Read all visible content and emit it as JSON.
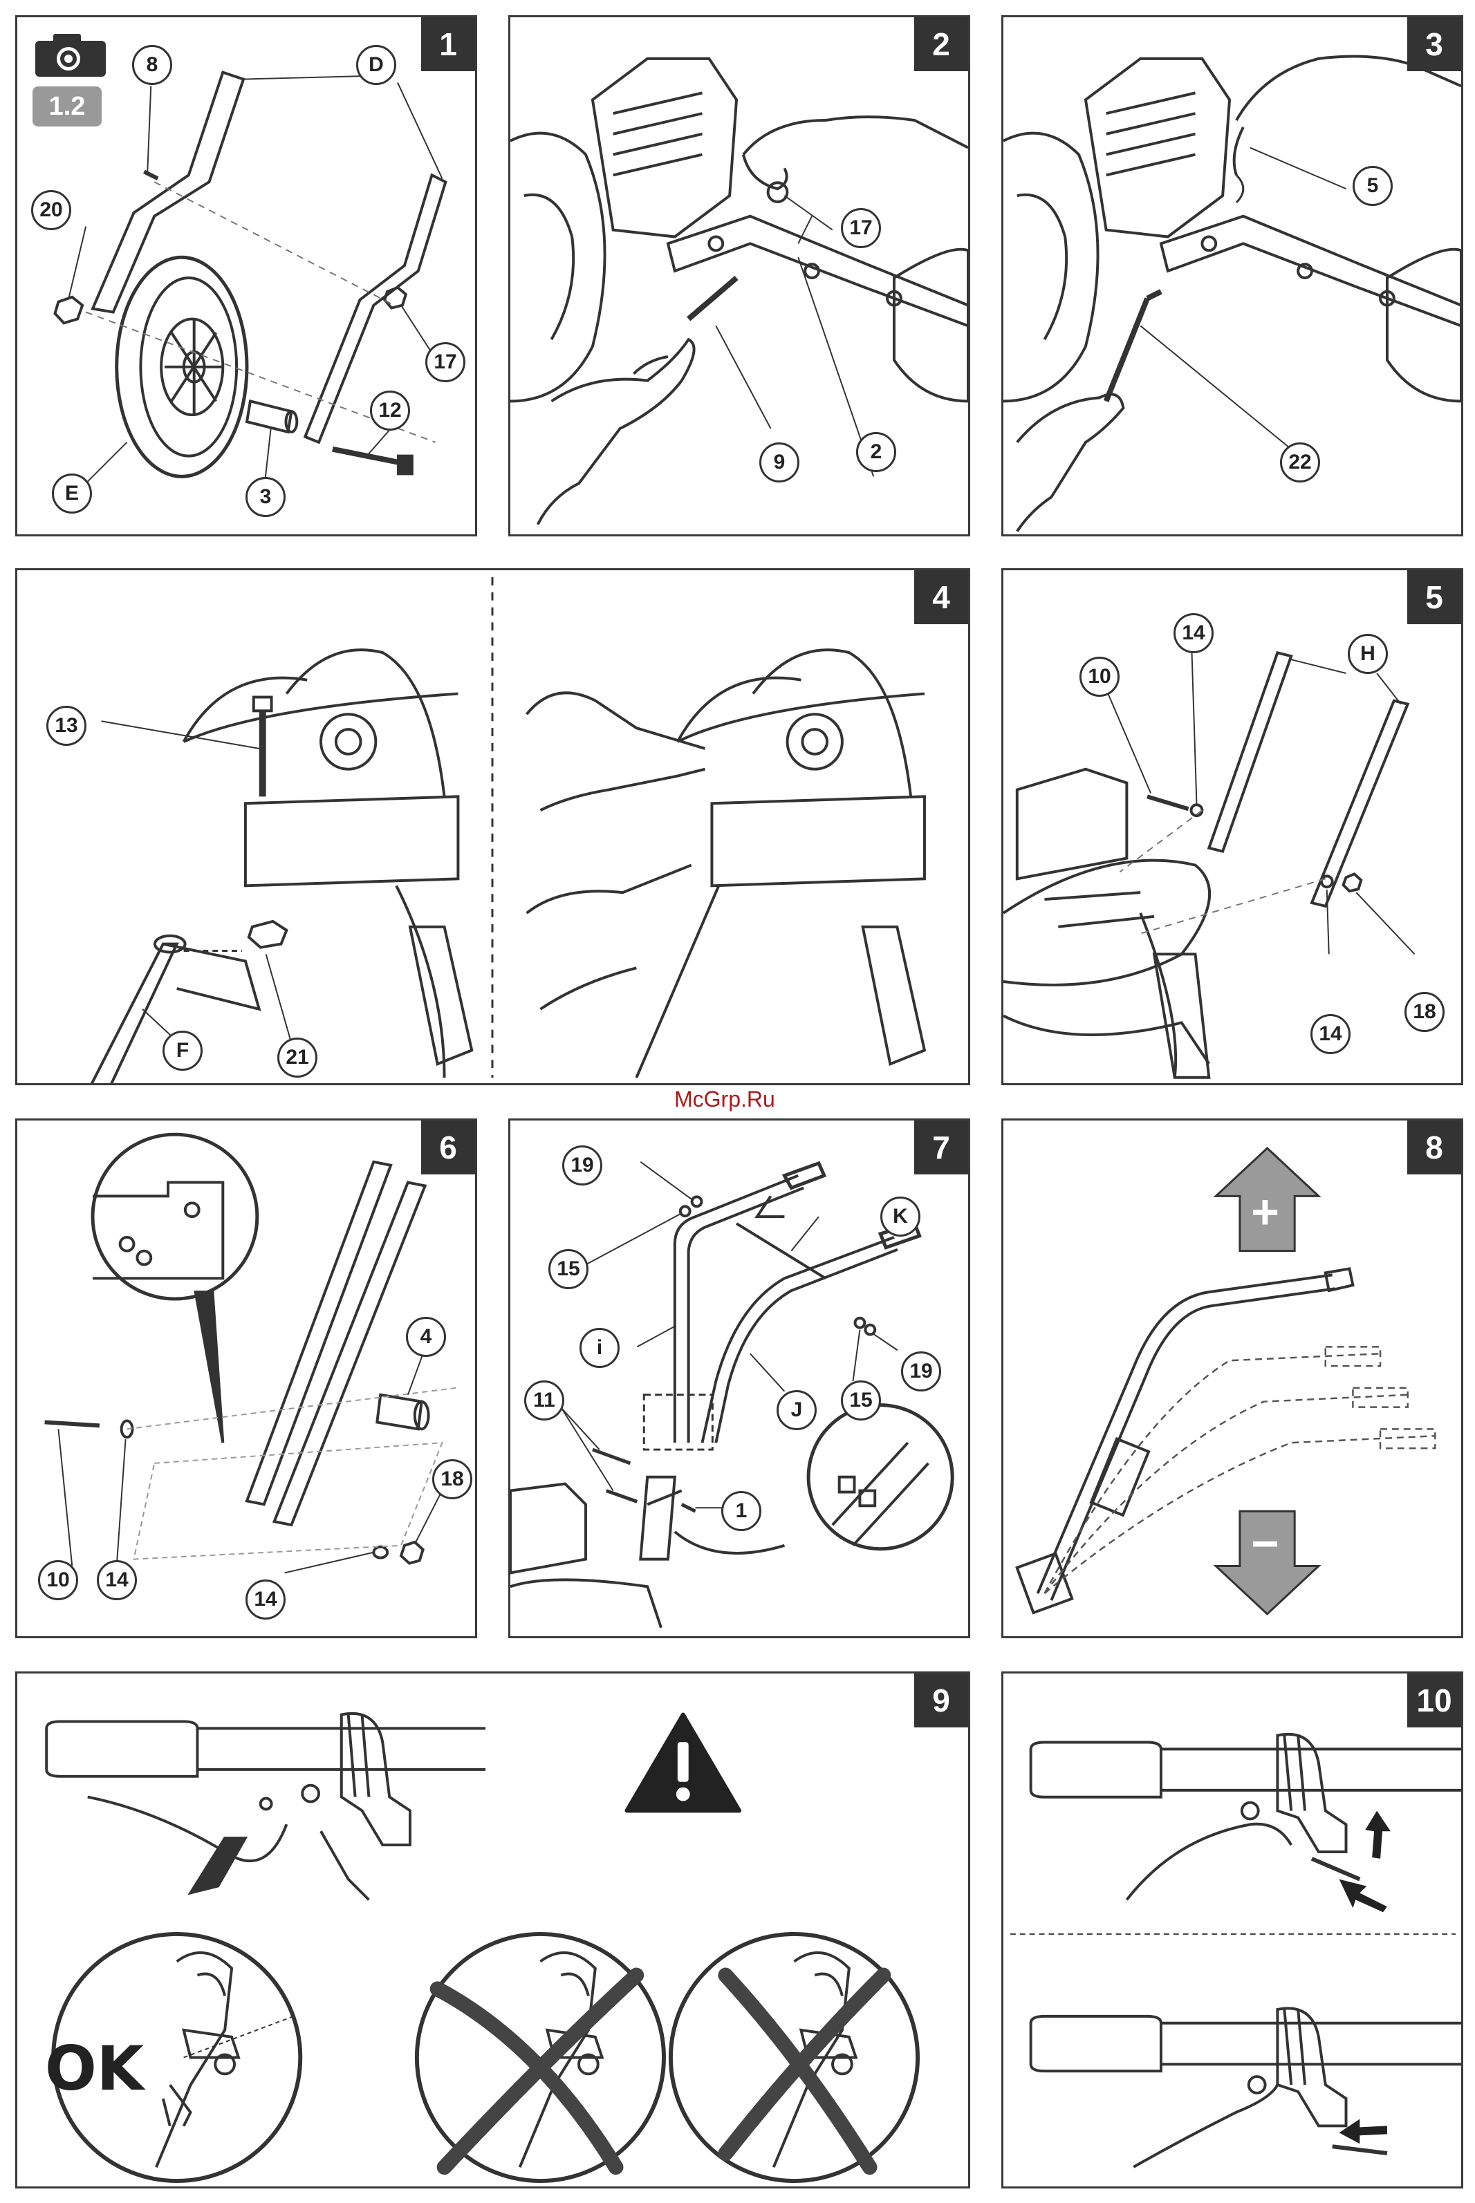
{
  "watermark": "McGrp.Ru",
  "reference": {
    "icon": "camera-icon",
    "label": "1.2"
  },
  "panels": [
    {
      "number": "1",
      "callouts": [
        "8",
        "D",
        "20",
        "17",
        "E",
        "3",
        "12"
      ]
    },
    {
      "number": "2",
      "callouts": [
        "17",
        "9",
        "2"
      ]
    },
    {
      "number": "3",
      "callouts": [
        "5",
        "22"
      ]
    },
    {
      "number": "4",
      "callouts": [
        "13",
        "F",
        "21"
      ]
    },
    {
      "number": "5",
      "callouts": [
        "14",
        "H",
        "10",
        "14",
        "18"
      ]
    },
    {
      "number": "6",
      "callouts": [
        "4",
        "10",
        "14",
        "18",
        "14"
      ]
    },
    {
      "number": "7",
      "callouts": [
        "19",
        "K",
        "15",
        "i",
        "J",
        "15",
        "19",
        "11",
        "1"
      ]
    },
    {
      "number": "8",
      "plus": "+",
      "minus": "−"
    },
    {
      "number": "9",
      "ok": "OK"
    },
    {
      "number": "10"
    }
  ],
  "colors": {
    "frame": "#3a3a3a",
    "badge": "#333333",
    "arrow": "#9a9a9a",
    "watermark": "#b01818"
  }
}
